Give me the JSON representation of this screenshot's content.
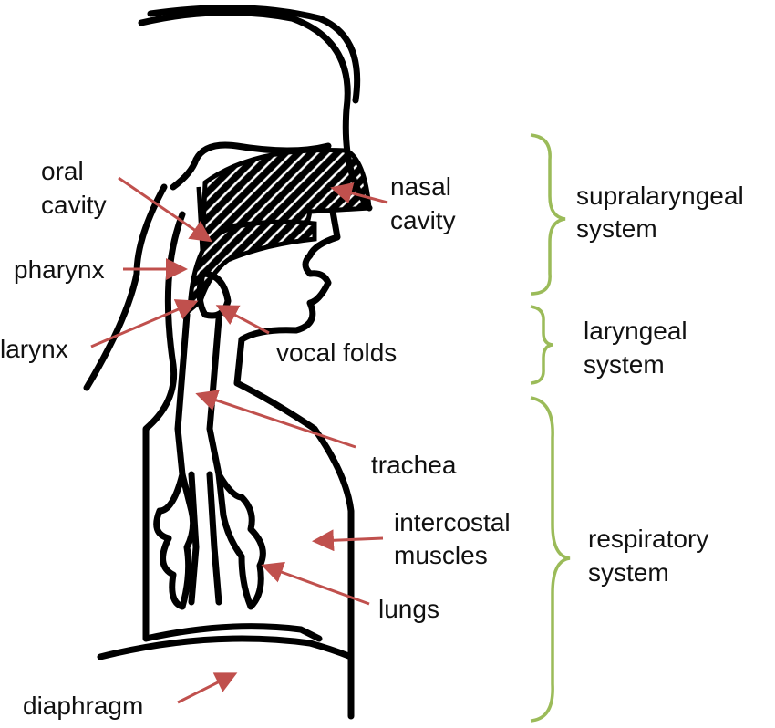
{
  "colors": {
    "arrow": "#c0504d",
    "brace": "#9bbb59",
    "outline": "#000000"
  },
  "labels": {
    "oral_cavity": [
      "oral",
      "cavity"
    ],
    "nasal_cavity": [
      "nasal",
      "cavity"
    ],
    "pharynx": "pharynx",
    "larynx": "larynx",
    "vocal_folds": "vocal folds",
    "trachea": "trachea",
    "intercostal_muscles": [
      "intercostal",
      "muscles"
    ],
    "lungs": "lungs",
    "diaphragm": "diaphragm"
  },
  "systems": {
    "supralaryngeal": [
      "supralaryngeal",
      "system"
    ],
    "laryngeal": [
      "laryngeal",
      "system"
    ],
    "respiratory": [
      "respiratory",
      "system"
    ]
  }
}
